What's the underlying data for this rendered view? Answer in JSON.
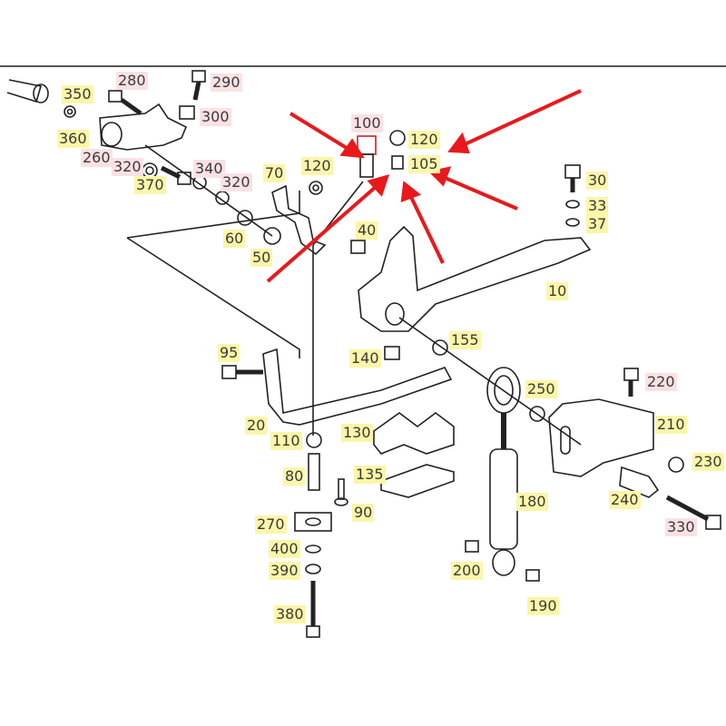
{
  "diagram": {
    "accent_arrow_color": "#e8191c",
    "highlight_colors": {
      "yellow": "#fbf6a8",
      "pink": "#fbe1e4"
    },
    "labels": [
      {
        "text": "350",
        "hl": "yellow"
      },
      {
        "text": "280",
        "hl": "pink"
      },
      {
        "text": "290",
        "hl": "pink"
      },
      {
        "text": "300",
        "hl": "pink"
      },
      {
        "text": "360",
        "hl": "yellow"
      },
      {
        "text": "260",
        "hl": "pink"
      },
      {
        "text": "320",
        "hl": "pink"
      },
      {
        "text": "370",
        "hl": "yellow"
      },
      {
        "text": "340",
        "hl": "pink"
      },
      {
        "text": "320",
        "hl": "pink"
      },
      {
        "text": "70",
        "hl": "yellow"
      },
      {
        "text": "120",
        "hl": "yellow"
      },
      {
        "text": "100",
        "hl": "pink"
      },
      {
        "text": "120",
        "hl": "yellow"
      },
      {
        "text": "105",
        "hl": "yellow"
      },
      {
        "text": "30",
        "hl": "yellow"
      },
      {
        "text": "33",
        "hl": "yellow"
      },
      {
        "text": "37",
        "hl": "yellow"
      },
      {
        "text": "40",
        "hl": "yellow"
      },
      {
        "text": "60",
        "hl": "yellow"
      },
      {
        "text": "50",
        "hl": "yellow"
      },
      {
        "text": "10",
        "hl": "yellow"
      },
      {
        "text": "95",
        "hl": "yellow"
      },
      {
        "text": "140",
        "hl": "yellow"
      },
      {
        "text": "155",
        "hl": "yellow"
      },
      {
        "text": "250",
        "hl": "yellow"
      },
      {
        "text": "220",
        "hl": "pink"
      },
      {
        "text": "210",
        "hl": "yellow"
      },
      {
        "text": "230",
        "hl": "yellow"
      },
      {
        "text": "20",
        "hl": "yellow"
      },
      {
        "text": "110",
        "hl": "yellow"
      },
      {
        "text": "130",
        "hl": "yellow"
      },
      {
        "text": "135",
        "hl": "yellow"
      },
      {
        "text": "80",
        "hl": "yellow"
      },
      {
        "text": "90",
        "hl": "yellow"
      },
      {
        "text": "180",
        "hl": "yellow"
      },
      {
        "text": "240",
        "hl": "yellow"
      },
      {
        "text": "330",
        "hl": "pink"
      },
      {
        "text": "270",
        "hl": "yellow"
      },
      {
        "text": "400",
        "hl": "yellow"
      },
      {
        "text": "390",
        "hl": "yellow"
      },
      {
        "text": "200",
        "hl": "yellow"
      },
      {
        "text": "190",
        "hl": "yellow"
      },
      {
        "text": "380",
        "hl": "yellow"
      }
    ]
  }
}
